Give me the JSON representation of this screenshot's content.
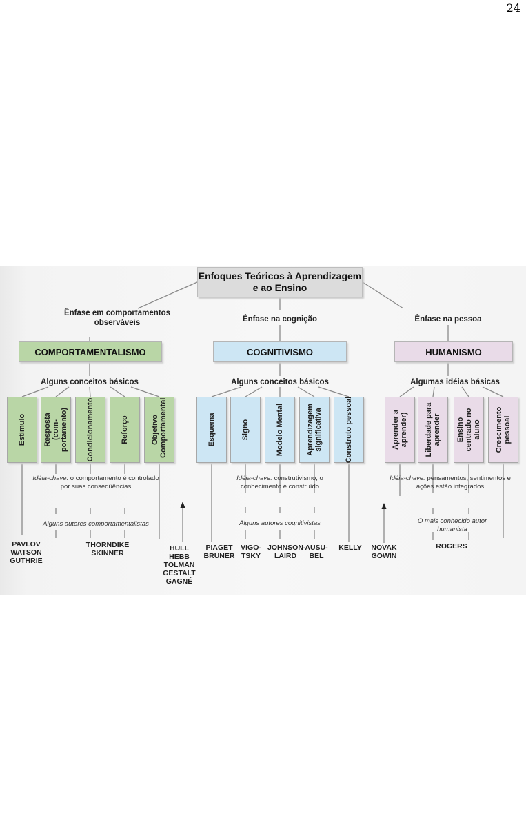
{
  "page_number": "24",
  "title": "Enfoques Teóricos à Aprendizagem e ao Ensino",
  "branches": {
    "behaviorism": {
      "emphasis": "Ênfase em comportamentos observáveis",
      "name": "COMPORTAMENTALISMO",
      "concepts_heading": "Alguns conceitos básicos",
      "concepts": [
        "Estímulo",
        "Resposta (com-portamento)",
        "Condicionamento",
        "Reforço",
        "Objetivo Comportamental"
      ],
      "key_idea_label": "Idéia-chave:",
      "key_idea": "o comportamento é controlado por suas conseqüências",
      "authors_label": "Alguns autores comportamentalistas",
      "authors": [
        "PAVLOV WATSON GUTHRIE",
        "THORNDIKE SKINNER",
        "HULL HEBB TOLMAN GESTALT GAGNÉ"
      ]
    },
    "cognitivism": {
      "emphasis": "Ênfase na cognição",
      "name": "COGNITIVISMO",
      "concepts_heading": "Alguns conceitos básicos",
      "concepts": [
        "Esquema",
        "Signo",
        "Modelo Mental",
        "Aprendizagem significativa",
        "Construto pessoal"
      ],
      "key_idea_label": "Idéia-chave:",
      "key_idea": "construtivismo, o conhecimento é construído",
      "authors_label": "Alguns autores cognitivistas",
      "authors": [
        "PIAGET BRUNER",
        "VIGO-TSKY",
        "JOHNSON-LAIRD",
        "AUSU-BEL",
        "KELLY"
      ]
    },
    "humanism": {
      "emphasis": "Ênfase na pessoa",
      "name": "HUMANISMO",
      "concepts_heading": "Algumas idéias básicas",
      "concepts": [
        "Aprender a aprender)",
        "Liberdade para aprender",
        "Ensino centrado no aluno",
        "Crescimento pessoal"
      ],
      "key_idea_label": "Idéia-chave:",
      "key_idea": "pensamentos, sentimentos e ações estão integrados",
      "authors_label": "O mais conhecido autor humanista",
      "authors": [
        "NOVAK GOWIN",
        "ROGERS"
      ]
    }
  },
  "colors": {
    "behaviorism": "#b9d6a6",
    "cognitivism": "#cde6f4",
    "humanism": "#e9dbe8",
    "title_box": "#dcdcdc"
  }
}
